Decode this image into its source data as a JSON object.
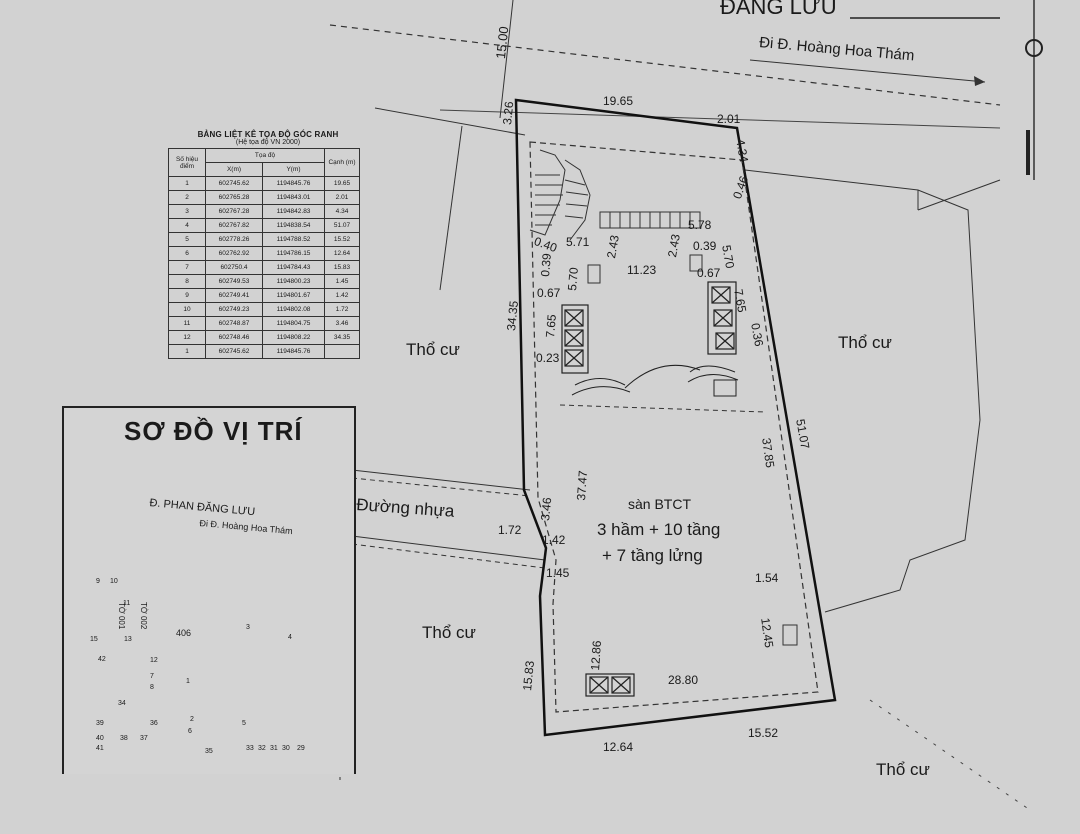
{
  "street": {
    "name_top": "ĐĂNG LƯU",
    "direction": "Đi Đ. Hoàng Hoa Thám",
    "width_label": "15.00",
    "road_label": "Đường nhựa"
  },
  "land_use": {
    "residential": "Thổ cư"
  },
  "building": {
    "floor_label": "sàn BTCT",
    "floors_line1": "3 hầm + 10 tầng",
    "floors_line2": "+ 7 tầng lửng"
  },
  "dimensions": {
    "top_edge": "19.65",
    "top_right": "2.01",
    "corner_left": "3.26",
    "corner_right": "4.34",
    "left_side": "34.35",
    "right_side": "51.07",
    "inner_left": "37.47",
    "inner_right": "37.85",
    "d_346": "3.46",
    "d_172": "1.72",
    "d_142": "1.42",
    "d_145": "1.45",
    "d_1583": "15.83",
    "d_1264": "12.64",
    "d_1552": "15.52",
    "d_2880": "28.80",
    "d_1286": "12.86",
    "d_1245": "12.45",
    "d_154": "1.54",
    "d_578": "5.78",
    "d_046": "0.46",
    "d_040": "0.40",
    "d_571": "5.71",
    "d_243a": "2.43",
    "d_243b": "2.43",
    "d_039a": "0.39",
    "d_039b": "0.39",
    "d_570a": "5.70",
    "d_570b": "5.70",
    "d_1123": "11.23",
    "d_067a": "0.67",
    "d_067b": "0.67",
    "d_765a": "7.65",
    "d_765b": "7.65",
    "d_036": "0.36",
    "d_023": "0.23"
  },
  "coord_table": {
    "title": "BẢNG LIỆT KÊ TỌA ĐỘ GÓC RANH",
    "subtitle": "(Hệ tọa độ VN 2000)",
    "h_point": "Số hiệu điểm",
    "h_coords": "Tọa độ",
    "h_x": "X(m)",
    "h_y": "Y(m)",
    "h_edge": "Cạnh (m)",
    "rows": [
      {
        "pt": "1",
        "x": "602745.62",
        "y": "1194845.76",
        "edge": "19.65"
      },
      {
        "pt": "2",
        "x": "602765.28",
        "y": "1194843.01",
        "edge": "2.01"
      },
      {
        "pt": "3",
        "x": "602767.28",
        "y": "1194842.83",
        "edge": "4.34"
      },
      {
        "pt": "4",
        "x": "602767.82",
        "y": "1194838.54",
        "edge": "51.07"
      },
      {
        "pt": "5",
        "x": "602778.26",
        "y": "1194788.52",
        "edge": "15.52"
      },
      {
        "pt": "6",
        "x": "602762.92",
        "y": "1194786.15",
        "edge": "12.64"
      },
      {
        "pt": "7",
        "x": "602750.4",
        "y": "1194784.43",
        "edge": "15.83"
      },
      {
        "pt": "8",
        "x": "602749.53",
        "y": "1194800.23",
        "edge": "1.45"
      },
      {
        "pt": "9",
        "x": "602749.41",
        "y": "1194801.67",
        "edge": "1.42"
      },
      {
        "pt": "10",
        "x": "602749.23",
        "y": "1194802.08",
        "edge": "1.72"
      },
      {
        "pt": "11",
        "x": "602748.87",
        "y": "1194804.75",
        "edge": "3.46"
      },
      {
        "pt": "12",
        "x": "602748.46",
        "y": "1194808.22",
        "edge": "34.35"
      },
      {
        "pt": "1",
        "x": "602745.62",
        "y": "1194845.76",
        "edge": ""
      }
    ]
  },
  "inset": {
    "title": "SƠ ĐỒ VỊ TRÍ",
    "street": "Đ. PHAN ĐĂNG LƯU",
    "direction": "Đi Đ. Hoàng Hoa Thám",
    "parcel_main": "406",
    "map_sheet_a": "TỜ 001",
    "map_sheet_b": "TỜ 002",
    "parcel_nums": [
      "1",
      "2",
      "3",
      "4",
      "5",
      "6",
      "9",
      "10",
      "11",
      "12",
      "13",
      "8",
      "7",
      "29",
      "30",
      "31",
      "32",
      "33",
      "34",
      "35",
      "36",
      "37",
      "38",
      "39",
      "40",
      "41",
      "42",
      "15"
    ]
  }
}
